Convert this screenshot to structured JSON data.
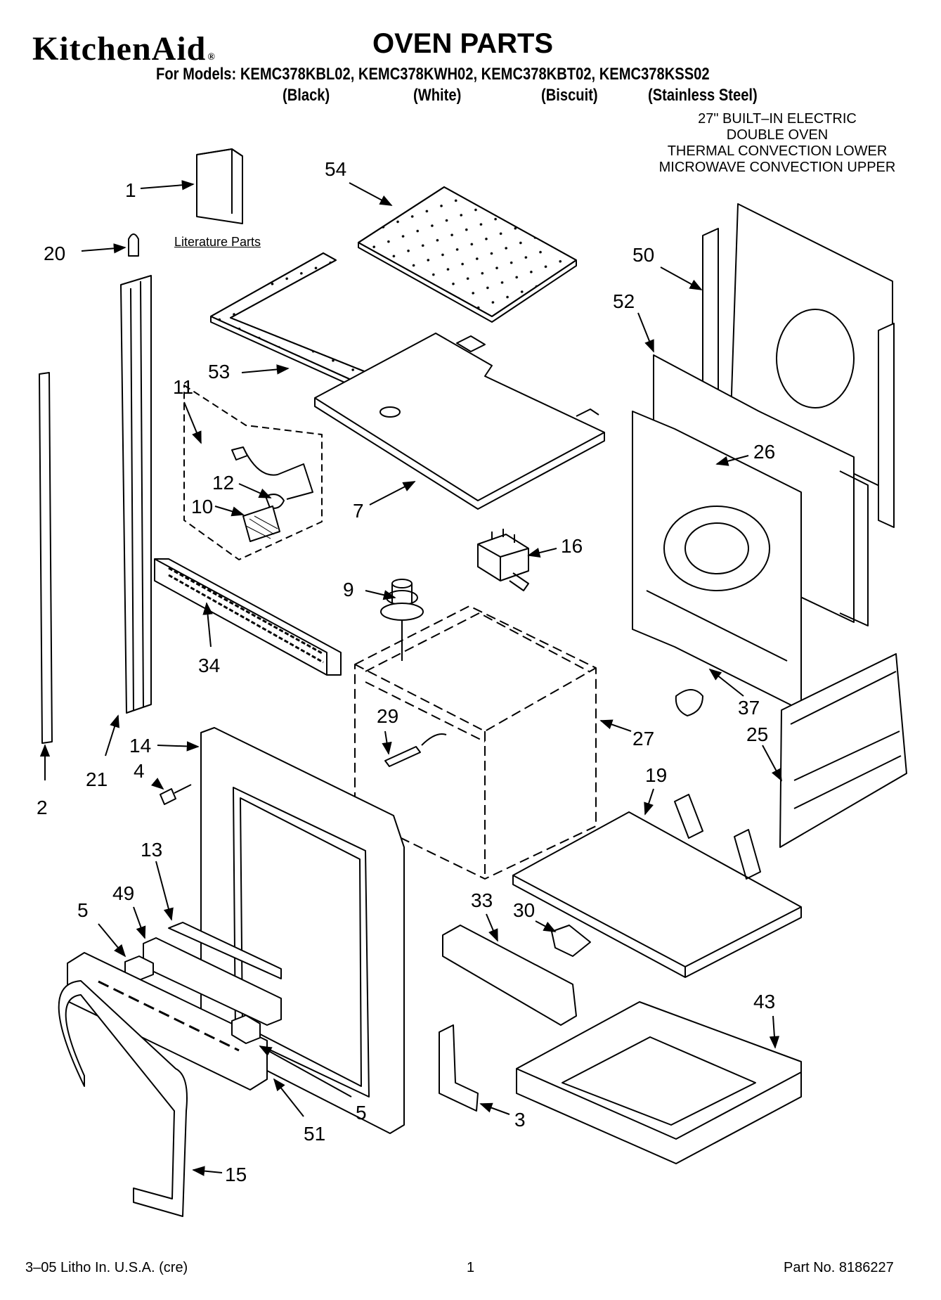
{
  "header": {
    "brand": "KitchenAid",
    "brand_mark": "®",
    "title": "OVEN PARTS",
    "models_line": "For Models: KEMC378KBL02, KEMC378KWH02, KEMC378KBT02, KEMC378KSS02",
    "variants": [
      "(Black)",
      "(White)",
      "(Biscuit)",
      "(Stainless Steel)"
    ],
    "description": [
      "27\" BUILT–IN ELECTRIC",
      "DOUBLE OVEN",
      "THERMAL CONVECTION LOWER",
      "MICROWAVE CONVECTION UPPER"
    ]
  },
  "literature_label": "Literature Parts",
  "callouts": [
    "1",
    "20",
    "54",
    "50",
    "52",
    "53",
    "11",
    "12",
    "10",
    "7",
    "26",
    "16",
    "9",
    "34",
    "37",
    "29",
    "27",
    "25",
    "14",
    "4",
    "21",
    "2",
    "19",
    "13",
    "49",
    "5",
    "33",
    "30",
    "43",
    "5",
    "51",
    "3",
    "15"
  ],
  "footer": {
    "left": "3–05 Litho In. U.S.A. (cre)",
    "center": "1",
    "right": "Part No. 8186227"
  }
}
